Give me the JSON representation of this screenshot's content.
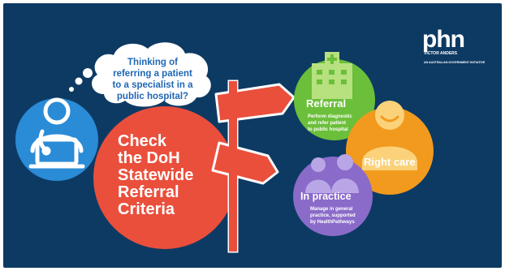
{
  "colors": {
    "background": "#0d3a63",
    "red": "#ea4f3c",
    "blue": "#2a8bd6",
    "green": "#6bbf3a",
    "orange": "#f29a1e",
    "purple": "#8a6bc9",
    "cloud": "#ffffff",
    "cloud_text": "#1f67b3"
  },
  "logo": {
    "brand": "phn",
    "region": "VICTOR ANDERS",
    "tagline": "AN AUSTRALIAN GOVERNMENT INITIATIVE"
  },
  "thought_bubble": {
    "line1": "Thinking of",
    "line2": "referring a patient",
    "line3": "to a specialist in a",
    "line4": "public hospital?"
  },
  "main_circle": {
    "line1": "Check",
    "line2": "the DoH",
    "line3": "Statewide",
    "line4": "Referral",
    "line5": "Criteria"
  },
  "referral": {
    "title": "Referral",
    "line1": "Perform diagnostic",
    "line2": "and refer patient",
    "line3": "to public hospital"
  },
  "right_care": {
    "title": "Right care"
  },
  "in_practice": {
    "title": "In practice",
    "line1": "Manage in general",
    "line2": "practice, supported",
    "line3": "by HealthPathways"
  },
  "icons": {
    "doctor": "doctor-laptop-icon",
    "hospital": "hospital-building-icon",
    "person": "happy-person-icon",
    "couple": "couple-icon",
    "signpost": "signpost-icon"
  }
}
